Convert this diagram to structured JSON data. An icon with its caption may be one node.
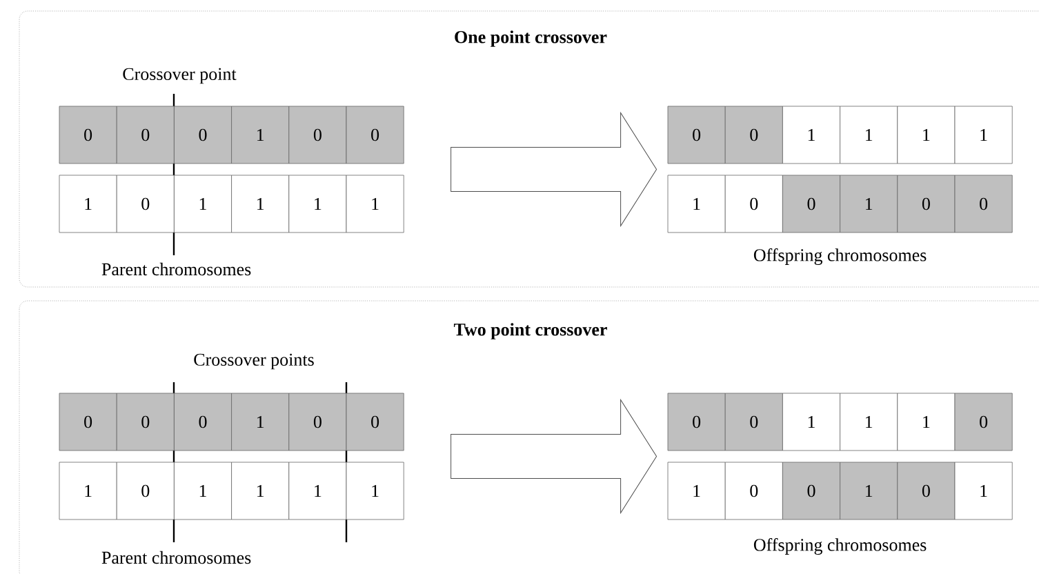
{
  "diagram": {
    "nodes": [
      {
        "text": [
          "One point crossover"
        ]
      },
      {
        "text": [
          "Parent chromosomes"
        ],
        "in": 0
      },
      {
        "text": [
          "0"
        ],
        "in": 1
      },
      {
        "text": [
          "0"
        ],
        "in": 1
      },
      {
        "text": [
          "0"
        ],
        "in": 1
      },
      {
        "text": [
          "1"
        ],
        "in": 1
      },
      {
        "text": [
          "0"
        ],
        "in": 1
      },
      {
        "text": [
          "0"
        ],
        "in": 1
      },
      {
        "text": [
          "1"
        ],
        "in": 1
      },
      {
        "text": [
          "0"
        ],
        "in": 1
      },
      {
        "text": [
          "1"
        ],
        "in": 1
      },
      {
        "text": [
          "1"
        ],
        "in": 1
      },
      {
        "text": [
          "1"
        ],
        "in": 1
      },
      {
        "text": [
          "1"
        ],
        "in": 1
      },
      {
        "text": [
          "Offspring chromosomes"
        ],
        "in": 0
      },
      {
        "text": [
          "0"
        ],
        "in": 14
      },
      {
        "text": [
          "0"
        ],
        "in": 14
      },
      {
        "text": [
          "1"
        ],
        "in": 14
      },
      {
        "text": [
          "1"
        ],
        "in": 14
      },
      {
        "text": [
          "1"
        ],
        "in": 14
      },
      {
        "text": [
          "1"
        ],
        "in": 14
      },
      {
        "text": [
          "1"
        ],
        "in": 14
      },
      {
        "text": [
          "0"
        ],
        "in": 14
      },
      {
        "text": [
          "0"
        ],
        "in": 14
      },
      {
        "text": [
          "1"
        ],
        "in": 14
      },
      {
        "text": [
          "0"
        ],
        "in": 14
      },
      {
        "text": [
          "0"
        ],
        "in": 14
      },
      {
        "text": [
          "Two point crossover"
        ]
      },
      {
        "text": [
          "Parent chromosomes"
        ],
        "in": 27
      },
      {
        "text": [
          "0"
        ],
        "in": 28
      },
      {
        "text": [
          "0"
        ],
        "in": 28
      },
      {
        "text": [
          "0"
        ],
        "in": 28
      },
      {
        "text": [
          "1"
        ],
        "in": 28
      },
      {
        "text": [
          "0"
        ],
        "in": 28
      },
      {
        "text": [
          "0"
        ],
        "in": 28
      },
      {
        "text": [
          "1"
        ],
        "in": 28
      },
      {
        "text": [
          "0"
        ],
        "in": 28
      },
      {
        "text": [
          "1"
        ],
        "in": 28
      },
      {
        "text": [
          "1"
        ],
        "in": 28
      },
      {
        "text": [
          "1"
        ],
        "in": 28
      },
      {
        "text": [
          "1"
        ],
        "in": 28
      },
      {
        "text": [
          "Offspring chromosomes"
        ],
        "in": 27
      },
      {
        "text": [
          "0"
        ],
        "in": 41
      },
      {
        "text": [
          "0"
        ],
        "in": 41
      },
      {
        "text": [
          "1"
        ],
        "in": 41
      },
      {
        "text": [
          "1"
        ],
        "in": 41
      },
      {
        "text": [
          "1"
        ],
        "in": 41
      },
      {
        "text": [
          "0"
        ],
        "in": 41
      },
      {
        "text": [
          "1"
        ],
        "in": 41
      },
      {
        "text": [
          "0"
        ],
        "in": 41
      },
      {
        "text": [
          "0"
        ],
        "in": 41
      },
      {
        "text": [
          "1"
        ],
        "in": 41
      },
      {
        "text": [
          "0"
        ],
        "in": 41
      },
      {
        "text": [
          "1"
        ],
        "in": 41
      }
    ],
    "edges": [
      {
        "from": 1,
        "to": 14,
        "arrow": "to"
      },
      {
        "from": 28,
        "to": 41,
        "arrow": "to"
      }
    ],
    "labels": [
      "Crossover point",
      "Crossover points"
    ]
  }
}
